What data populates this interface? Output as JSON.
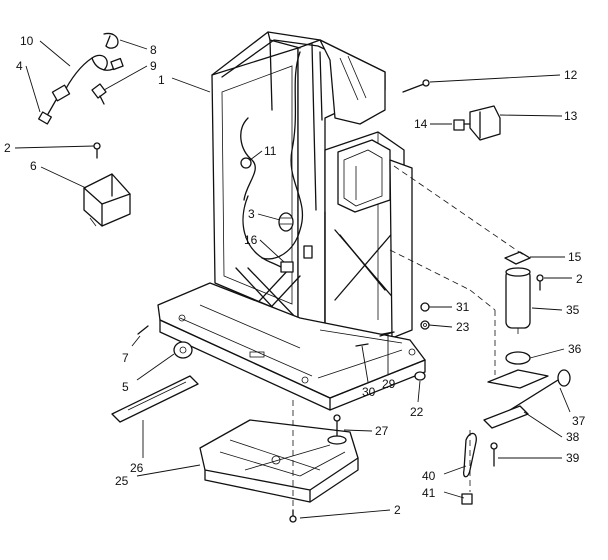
{
  "labels": [
    "1",
    "2",
    "2",
    "2",
    "3",
    "4",
    "5",
    "6",
    "7",
    "8",
    "9",
    "10",
    "11",
    "12",
    "13",
    "14",
    "15",
    "16",
    "22",
    "23",
    "25",
    "26",
    "27",
    "29",
    "30",
    "31",
    "35",
    "36",
    "37",
    "38",
    "39",
    "40",
    "41"
  ]
}
